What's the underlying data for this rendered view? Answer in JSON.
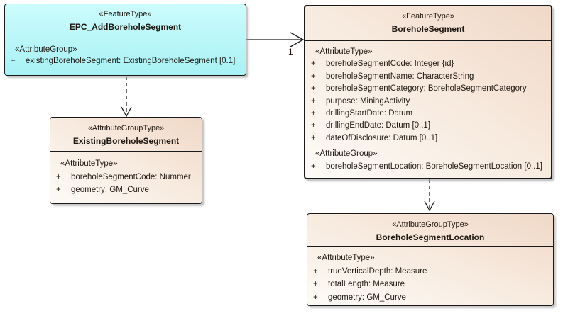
{
  "colors": {
    "feature_fill": "#aef2f5",
    "group_fill": "#f2dccd",
    "border": "#1a1a1a",
    "text": "#1f1811",
    "shadow": "#9a9a9a"
  },
  "classes": [
    {
      "stereotype": "«FeatureType»",
      "name": "EPC_AddBoreholeSegment",
      "sections": [
        {
          "label": "«AttributeGroup»",
          "rows": [
            {
              "vis": "+",
              "text": "existingBoreholeSegment: ExistingBoreholeSegment [0.1]"
            }
          ]
        }
      ]
    },
    {
      "stereotype": "«FeatureType»",
      "name": "BoreholeSegment",
      "sections": [
        {
          "label": "«AttributeType»",
          "rows": [
            {
              "vis": "+",
              "text": "boreholeSegmentCode: Integer {id}"
            },
            {
              "vis": "+",
              "text": "boreholeSegmentName: CharacterString"
            },
            {
              "vis": "+",
              "text": "boreholeSegmentCategory: BoreholeSegmentCategory"
            },
            {
              "vis": "+",
              "text": "purpose: MiningActivity"
            },
            {
              "vis": "+",
              "text": "drillingStartDate: Datum"
            },
            {
              "vis": "+",
              "text": "drillingEndDate: Datum [0..1]"
            },
            {
              "vis": "+",
              "text": "dateOfDisclosure: Datum [0..1]"
            }
          ]
        },
        {
          "label": "«AttributeGroup»",
          "rows": [
            {
              "vis": "+",
              "text": "boreholeSegmentLocation: BoreholeSegmentLocation [0..1]"
            }
          ]
        }
      ]
    },
    {
      "stereotype": "«AttributeGroupType»",
      "name": "ExistingBoreholeSegment",
      "sections": [
        {
          "label": "«AttributeType»",
          "rows": [
            {
              "vis": "+",
              "text": "boreholeSegmentCode: Nummer"
            },
            {
              "vis": "+",
              "text": "geometry: GM_Curve"
            }
          ]
        }
      ]
    },
    {
      "stereotype": "«AttributeGroupType»",
      "name": "BoreholeSegmentLocation",
      "sections": [
        {
          "label": "«AttributeType»",
          "rows": [
            {
              "vis": "+",
              "text": "trueVerticalDepth: Measure"
            },
            {
              "vis": "+",
              "text": "totalLength: Measure"
            },
            {
              "vis": "+",
              "text": "geometry: GM_Curve"
            }
          ]
        }
      ]
    }
  ],
  "connectors": [
    {
      "type": "association",
      "from": "EPC_AddBoreholeSegment",
      "to": "BoreholeSegment",
      "target_multiplicity": "1"
    },
    {
      "type": "dependency",
      "from": "EPC_AddBoreholeSegment",
      "to": "ExistingBoreholeSegment"
    },
    {
      "type": "dependency",
      "from": "BoreholeSegment",
      "to": "BoreholeSegmentLocation"
    }
  ]
}
